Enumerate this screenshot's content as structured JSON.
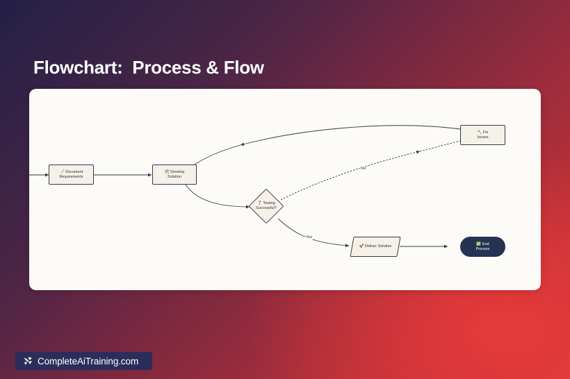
{
  "title": "Flowchart:  Process & Flow",
  "nodes": {
    "document": {
      "icon": "📝",
      "line1": "Document",
      "line2": "Requirements"
    },
    "develop": {
      "icon": "🛠",
      "line1": "Develop",
      "line2": "Solution"
    },
    "testing": {
      "icon": "❓",
      "line1": "Testing",
      "line2": "Successful?"
    },
    "fix": {
      "icon": "🔧",
      "line1": "Fix",
      "line2": "Issues"
    },
    "deliver": {
      "icon": "🚀",
      "line1": "Deliver",
      "line2": "Solution"
    },
    "end": {
      "icon": "✅",
      "line1": "End",
      "line2": "Process"
    }
  },
  "edges": {
    "no_label": "No",
    "yes_label": "Yes"
  },
  "brand": {
    "name": "CompleteAiTraining.com"
  },
  "colors": {
    "card_bg": "#fcfbf7",
    "node_fill": "#f6f1e8",
    "node_border": "#34384a",
    "end_fill": "#253352",
    "brand_bg": "#2b2d5a"
  }
}
